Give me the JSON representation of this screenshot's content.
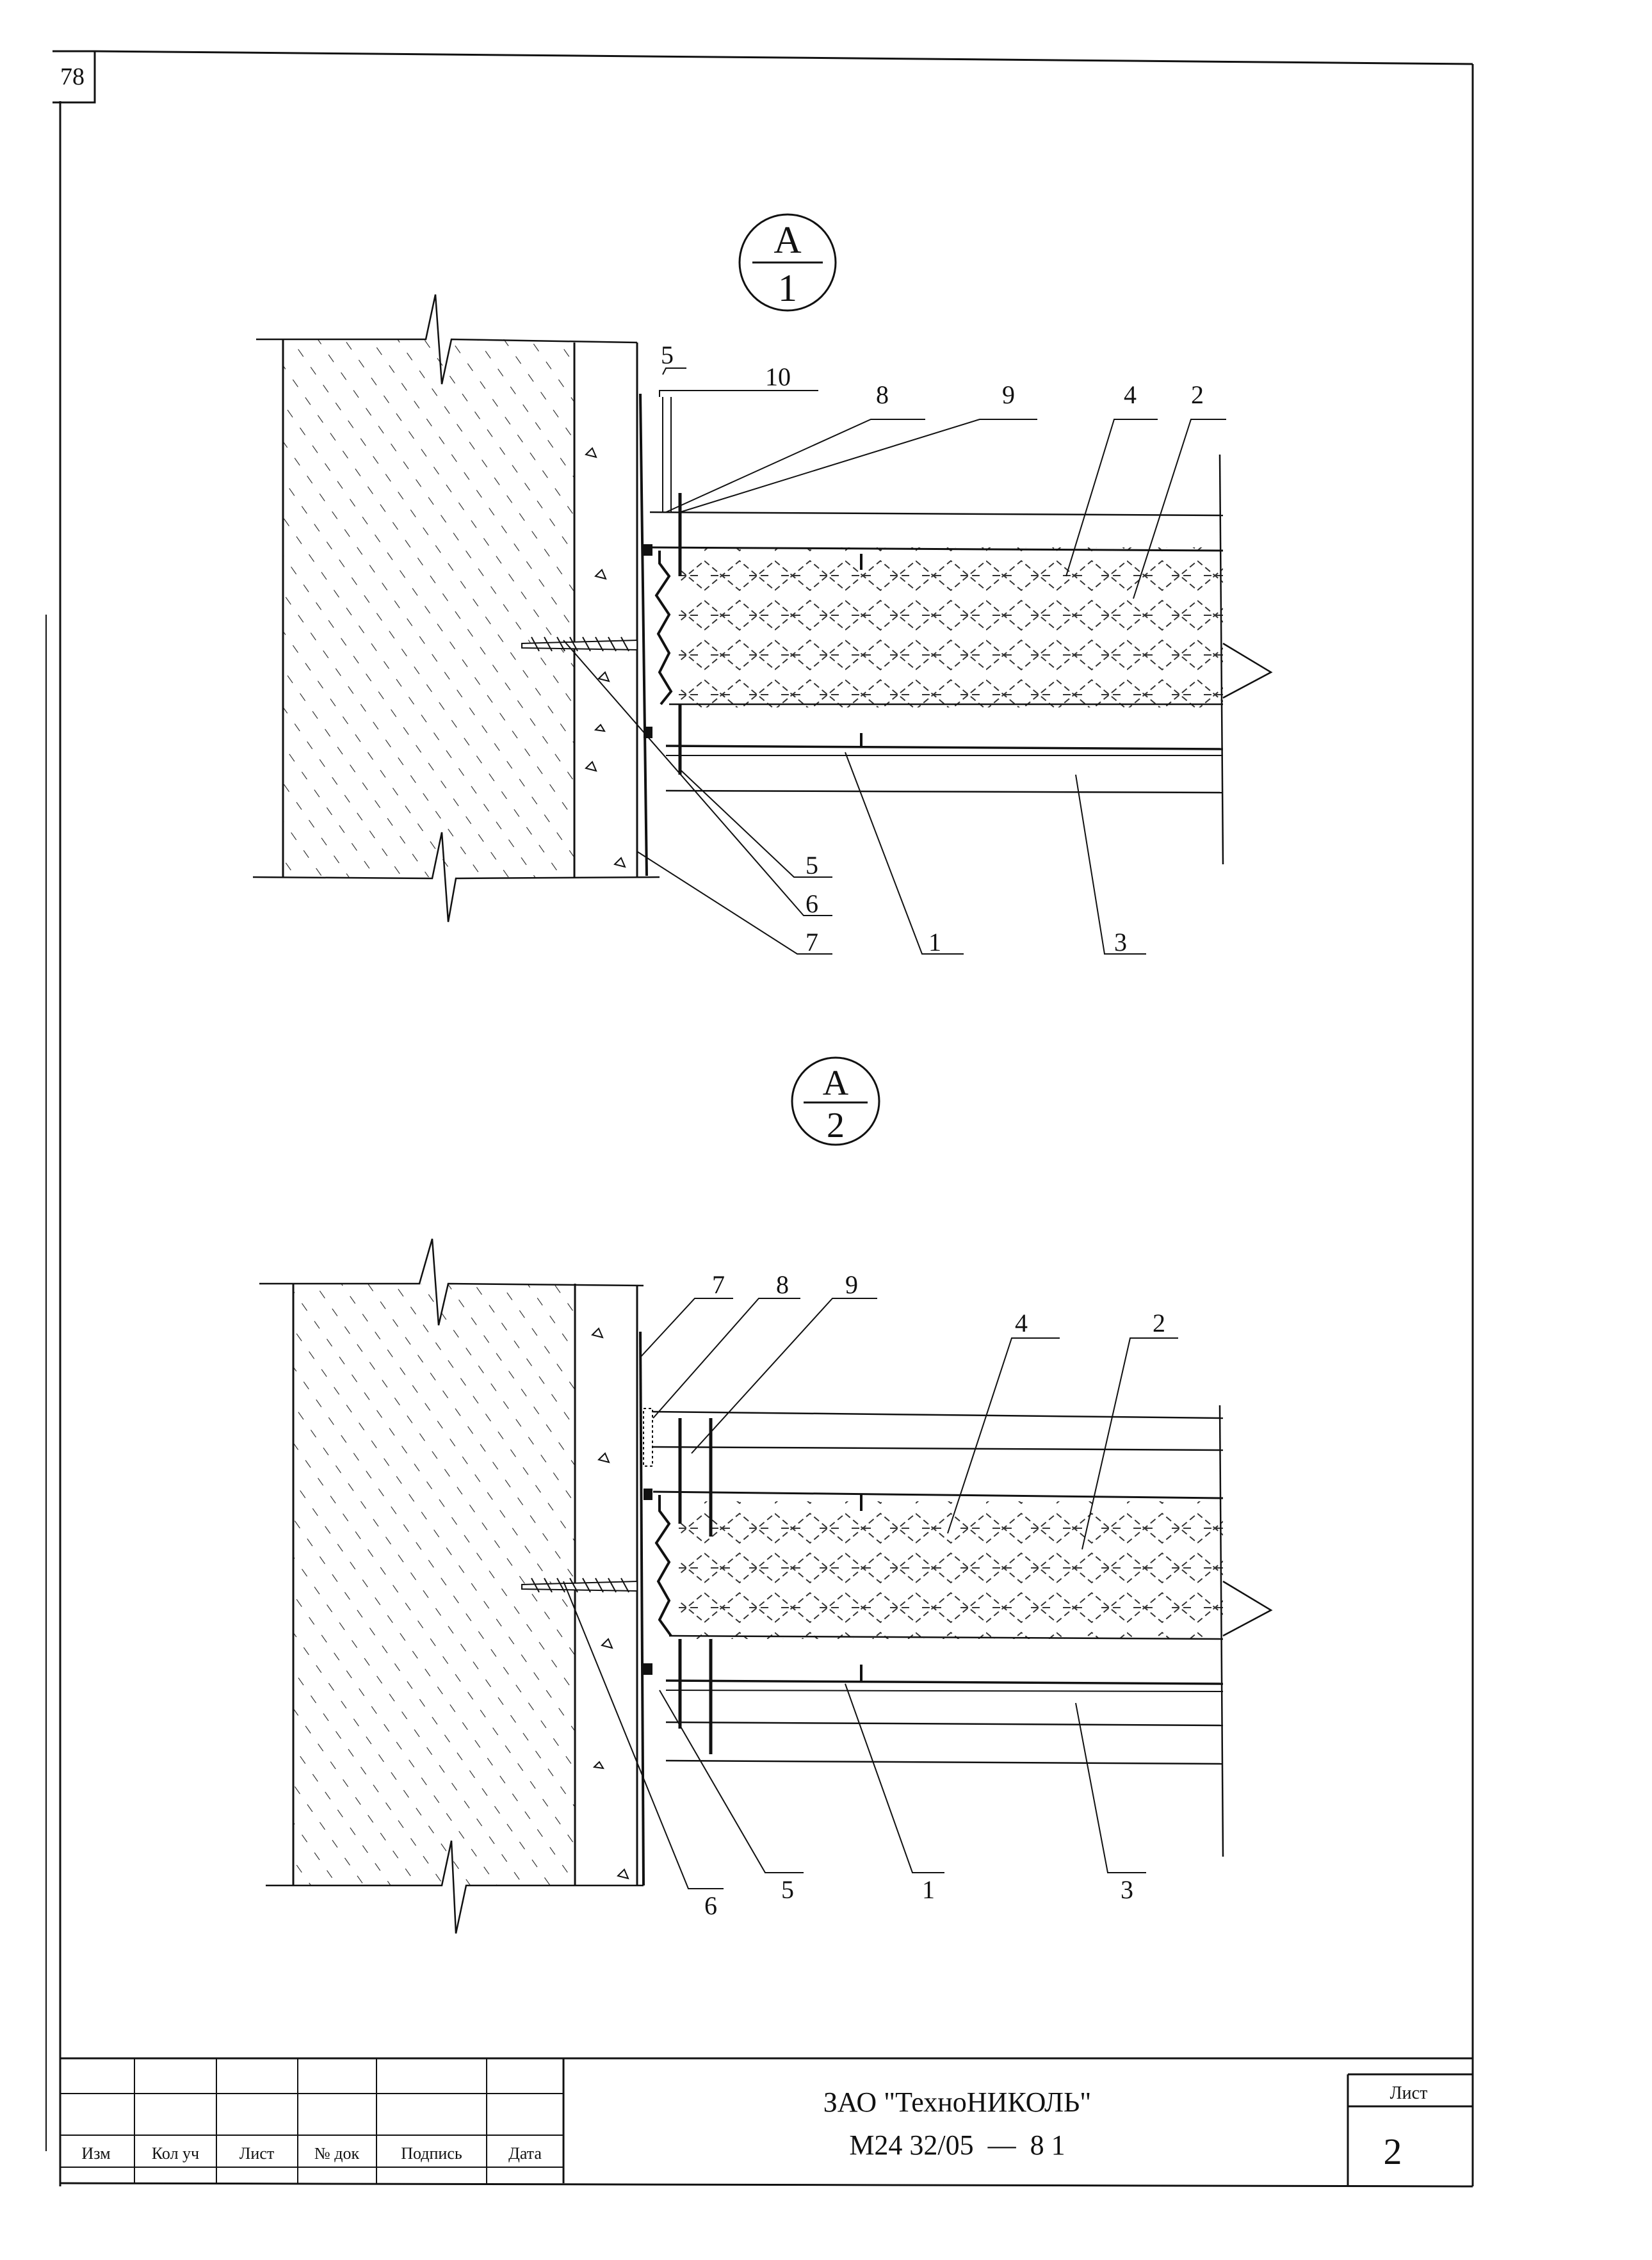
{
  "page_number": "78",
  "detail_a1": {
    "symbol_top": "A",
    "symbol_bottom": "1",
    "callouts": [
      "10",
      "5",
      "8",
      "9",
      "4",
      "2",
      "5",
      "6",
      "7",
      "1",
      "3"
    ]
  },
  "detail_a2": {
    "symbol_top": "A",
    "symbol_bottom": "2",
    "callouts": [
      "7",
      "8",
      "9",
      "4",
      "2",
      "6",
      "5",
      "1",
      "3"
    ]
  },
  "title_block": {
    "company": "ЗАО \"ТехноНИКОЛЬ\"",
    "document_code": "М24 32/05  —  8 1",
    "sheet_label": "Лист",
    "sheet_number": "2",
    "columns": [
      "Изм",
      "Кол уч",
      "Лист",
      "№ док",
      "Подпись",
      "Дата"
    ]
  },
  "colors": {
    "ink": "#111111",
    "paper": "#ffffff"
  }
}
